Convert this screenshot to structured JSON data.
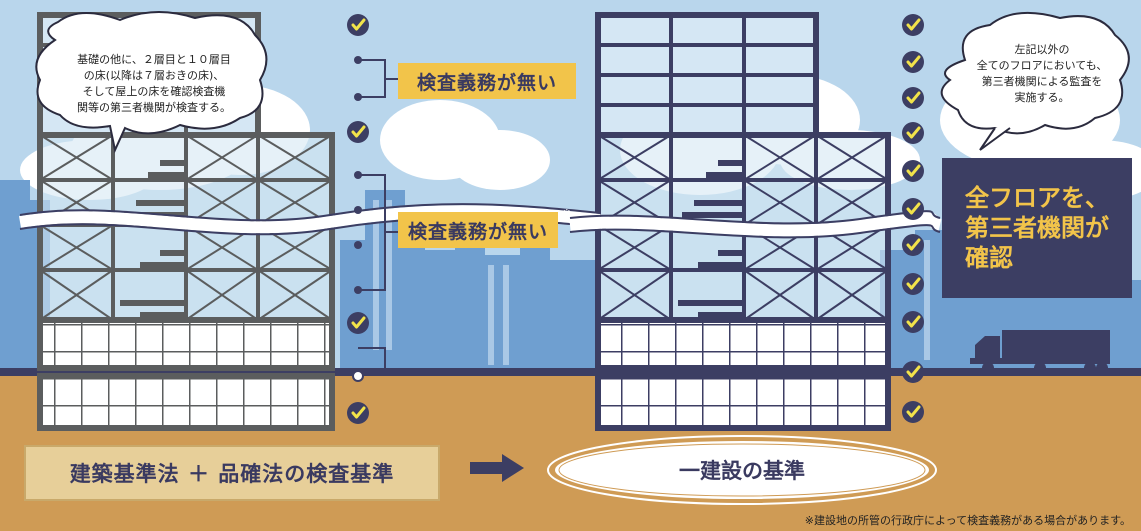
{
  "left_bubble": {
    "lines": [
      "基礎の他に、２層目と１０層目",
      "の床(以降は７層おきの床)、",
      "そして屋上の床を確認検査機",
      "関等の第三者機関が検査する。"
    ]
  },
  "right_bubble": {
    "lines": [
      "左記以外の",
      "全てのフロアにおいても、",
      "第三者機関による監査を",
      "実施する。"
    ]
  },
  "tags": {
    "no_obligation_1": "検査義務が無い",
    "no_obligation_2": "検査義務が無い",
    "footnote_mark": "※"
  },
  "navy_box": {
    "lines": [
      "全フロアを、",
      "第三者機関が",
      "確認"
    ]
  },
  "bottom": {
    "left_standard": "建築基準法 ＋ 品確法の検査基準",
    "right_standard": "一建設の基準"
  },
  "footnote": "※建設地の所管の行政庁によって検査義務がある場合があります。",
  "colors": {
    "sky": "#b9d6ec",
    "ground": "#cf9b55",
    "left_frame": "#5b5d5e",
    "right_frame": "#3c3e63",
    "accent_yellow": "#f2c44a",
    "skyline": "#6f9fd0"
  },
  "icons": {
    "check": "check-circle-icon",
    "truck": "truck-icon"
  }
}
